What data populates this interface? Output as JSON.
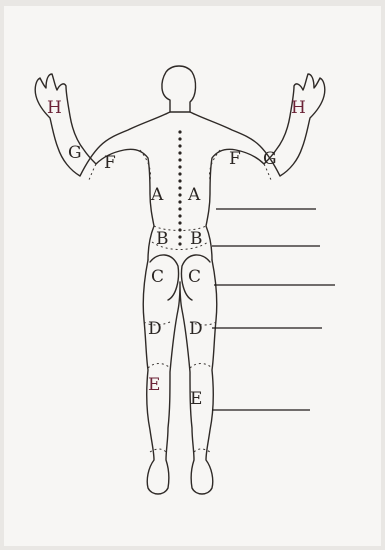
{
  "labels": {
    "h_left": "H",
    "h_right": "H",
    "g_left": "G",
    "g_right": "G",
    "f_left": "F",
    "f_right": "F",
    "a_left": "A",
    "a_right": "A",
    "b_left": "B",
    "b_right": "B",
    "c_left": "C",
    "c_right": "C",
    "d_left": "D",
    "d_right": "D",
    "e_left": "E",
    "e_right": "E"
  },
  "colors": {
    "outline": "#2f2a27",
    "label_dark": "#2b2623",
    "label_accent": "#6b2236",
    "paper": "#f7f6f4",
    "background": "#e9e7e4"
  }
}
